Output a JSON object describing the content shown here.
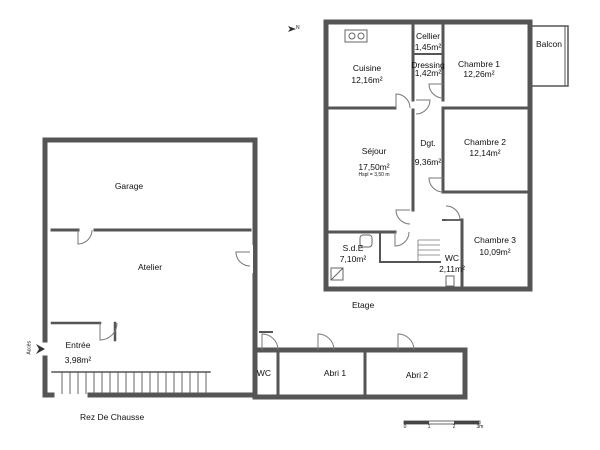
{
  "ground_floor": {
    "caption": "Rez De Chausse",
    "rooms": {
      "garage": {
        "name": "Garage"
      },
      "atelier": {
        "name": "Atelier"
      },
      "entree": {
        "name": "Entrée",
        "area": "3,98m²"
      },
      "wc": {
        "name": "WC"
      },
      "abri1": {
        "name": "Abri 1"
      },
      "abri2": {
        "name": "Abri 2"
      }
    },
    "acces_label": "Accès"
  },
  "upper_floor": {
    "caption": "Etage",
    "rooms": {
      "cuisine": {
        "name": "Cuisine",
        "area": "12,16m²"
      },
      "cellier": {
        "name": "Cellier",
        "area": "1,45m²"
      },
      "dressing": {
        "name": "Dressing",
        "area": "1,42m²"
      },
      "chambre1": {
        "name": "Chambre 1",
        "area": "12,26m²"
      },
      "balcon": {
        "name": "Balcon"
      },
      "sejour": {
        "name": "Séjour",
        "area": "17,50m²",
        "note": "Hspl = 3,50 m"
      },
      "dgt": {
        "name": "Dgt.",
        "area": "9,36m²"
      },
      "chambre2": {
        "name": "Chambre 2",
        "area": "12,14m²"
      },
      "chambre3": {
        "name": "Chambre 3",
        "area": "10,09m²"
      },
      "sde": {
        "name": "S.d.E",
        "area": "7,10m²"
      },
      "wc": {
        "name": "WC",
        "area": "2,11m²"
      }
    }
  },
  "scale_bar": {
    "ticks": [
      "0",
      "1",
      "2",
      "3m"
    ]
  },
  "compass_label": "N",
  "colors": {
    "wall": "#555555",
    "line": "#888888",
    "background": "#ffffff"
  }
}
